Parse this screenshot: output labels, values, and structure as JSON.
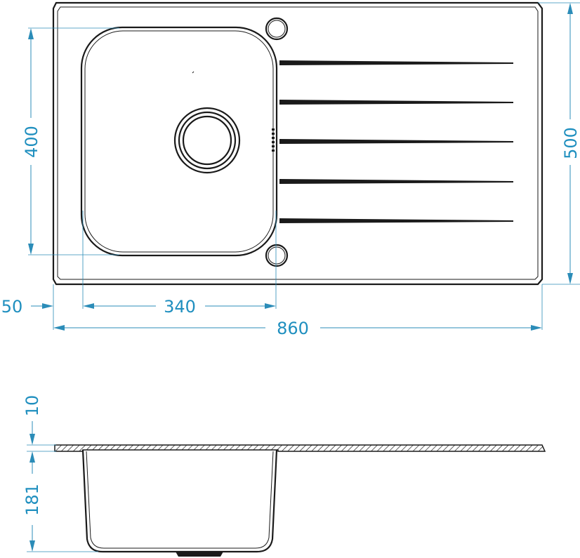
{
  "colors": {
    "outline": "#1a1a1a",
    "dimension": "#1f8fbf",
    "background": "#ffffff"
  },
  "top_view": {
    "dimensions": {
      "bowl_height": "400",
      "total_height": "500",
      "bowl_offset": "50",
      "bowl_width": "340",
      "total_width": "860"
    },
    "drainer_groove_count": 5,
    "tap_holes": 2
  },
  "side_view": {
    "dimensions": {
      "thickness": "10",
      "depth": "181"
    }
  }
}
